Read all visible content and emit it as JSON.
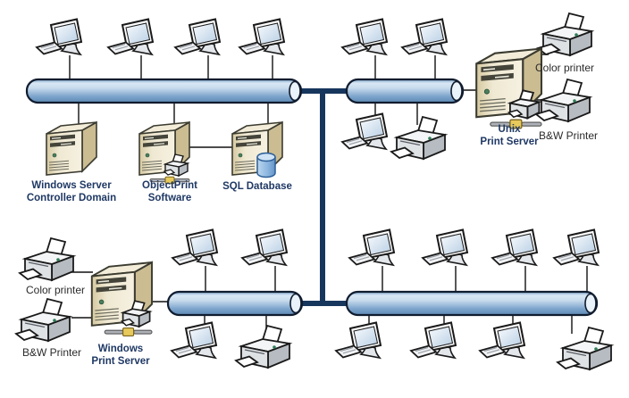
{
  "diagram": {
    "kind": "network-topology",
    "labels": {
      "windows_server": "Windows Server\nController Domain",
      "objectprint": "ObjectPrint\nSoftware",
      "sql_database": "SQL Database",
      "unix_print_server": "Unix\nPrint Server",
      "color_printer_top": "Color printer",
      "bw_printer_top": "B&W Printer",
      "color_printer_bottom": "Color printer",
      "bw_printer_bottom": "B&W Printer",
      "windows_print_server": "Windows\nPrint Server"
    },
    "colors": {
      "backbone": "#17365d",
      "bus_outline": "#101c2e",
      "bus_fill_light": "#dce9f5",
      "bus_fill_dark": "#5d89b5",
      "label_text": "#1f3864",
      "printer_label_text": "#2b2b2b",
      "server_body": "#ece4c9",
      "database_cylinder": "#8ab4df"
    },
    "topology": {
      "buses": [
        {
          "id": "bus-top-left",
          "workstations_above": 4,
          "attached_below": [
            "Windows Server Controller Domain",
            "ObjectPrint Software",
            "SQL Database"
          ]
        },
        {
          "id": "bus-top-right",
          "workstations_above": 2,
          "workstations_below": 1,
          "printers_below": 1,
          "attached_right": "Unix Print Server"
        },
        {
          "id": "bus-bottom-left",
          "workstations_above": 2,
          "workstations_below": 1,
          "printers_below": 1,
          "attached_left": "Windows Print Server"
        },
        {
          "id": "bus-bottom-right",
          "workstations_above": 4,
          "workstations_below": 3,
          "printers_below": 1
        }
      ],
      "backbone": "vertical trunk joining all four buses",
      "extra_links": [
        "ObjectPrint Software - SQL Database",
        "Unix Print Server - Color printer",
        "Unix Print Server - B&W Printer",
        "Windows Print Server - Color printer",
        "Windows Print Server - B&W Printer"
      ],
      "totals": {
        "workstations": 17,
        "labeled_printers": 4,
        "unlabeled_printers": 3,
        "servers": 5
      }
    }
  }
}
